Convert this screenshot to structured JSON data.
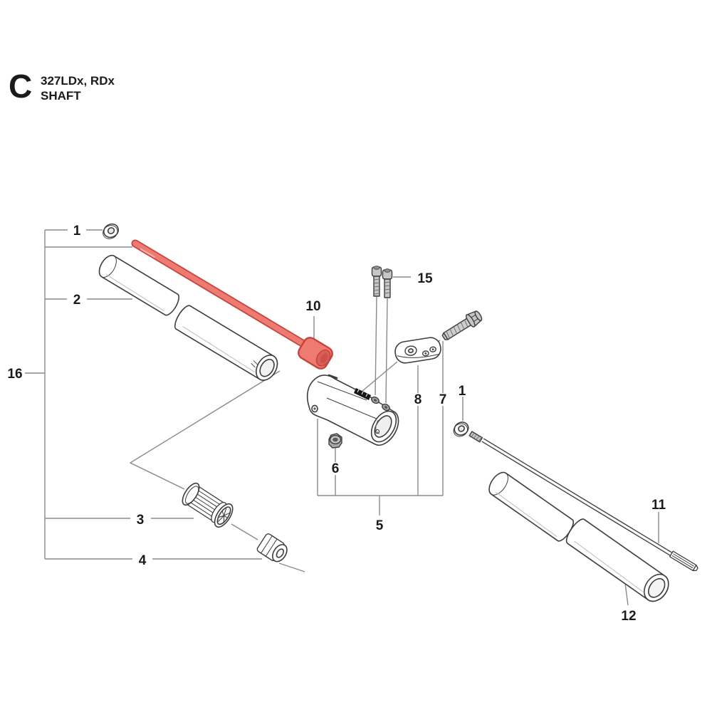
{
  "header": {
    "section_letter": "C",
    "models": "327LDx, RDx",
    "title": "SHAFT"
  },
  "colors": {
    "highlight_fill": "#ee7b72",
    "highlight_stroke": "#c6443c",
    "highlight_shadow": "#d8605a",
    "highlight_light": "#f6aca6",
    "outline": "#3d3d3d",
    "leader": "#8a8a8a",
    "metal_light": "#c6c6c6",
    "metal_mid": "#a8a8a8",
    "metal_dark": "#6f6f6f",
    "insert_black": "#161616",
    "label_text": "#1b1b1b"
  },
  "labels": {
    "washer_left": "1",
    "tube_upper": "2",
    "assembly": "16",
    "drive_shaft": "10",
    "screw_pair": "15",
    "clamp_plate": "8",
    "bolt": "7",
    "washer_right": "1",
    "lock_nut": "6",
    "coupler": "5",
    "liner": "3",
    "bushing": "4",
    "lower_shaft": "11",
    "lower_tube": "12"
  }
}
